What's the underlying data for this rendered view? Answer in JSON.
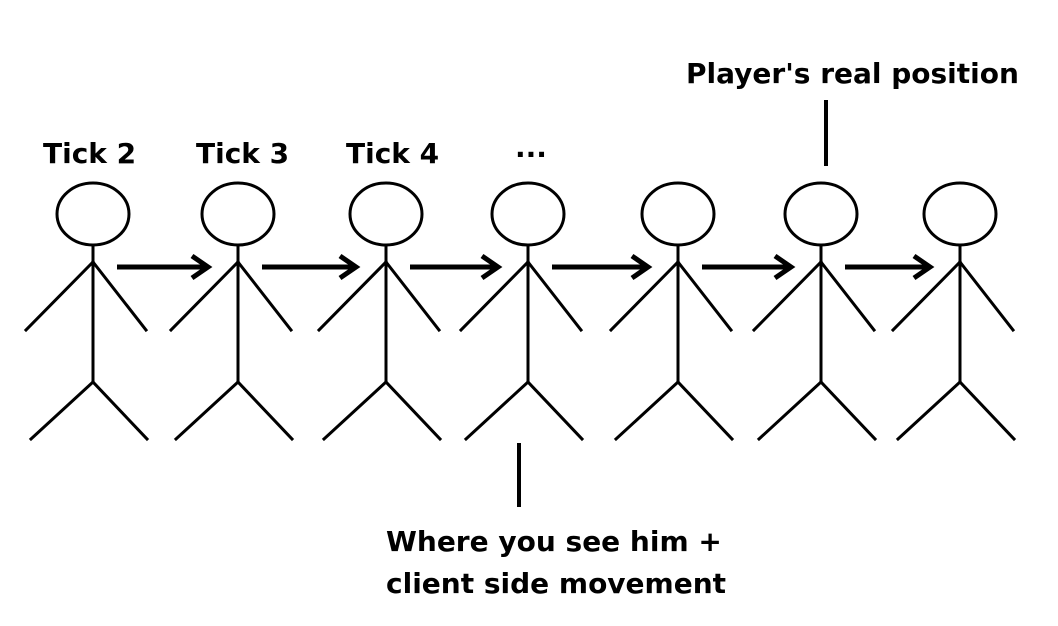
{
  "colors": {
    "background": "#ffffff",
    "ink": "#000000"
  },
  "figure_count": 7,
  "labels": {
    "tick_2": "Tick 2",
    "tick_3": "Tick 3",
    "tick_4": "Tick 4",
    "ellipsis": "...",
    "real_position": "Player's real position",
    "seen_line_1": "Where you see him +",
    "seen_line_2": "client side movement"
  }
}
